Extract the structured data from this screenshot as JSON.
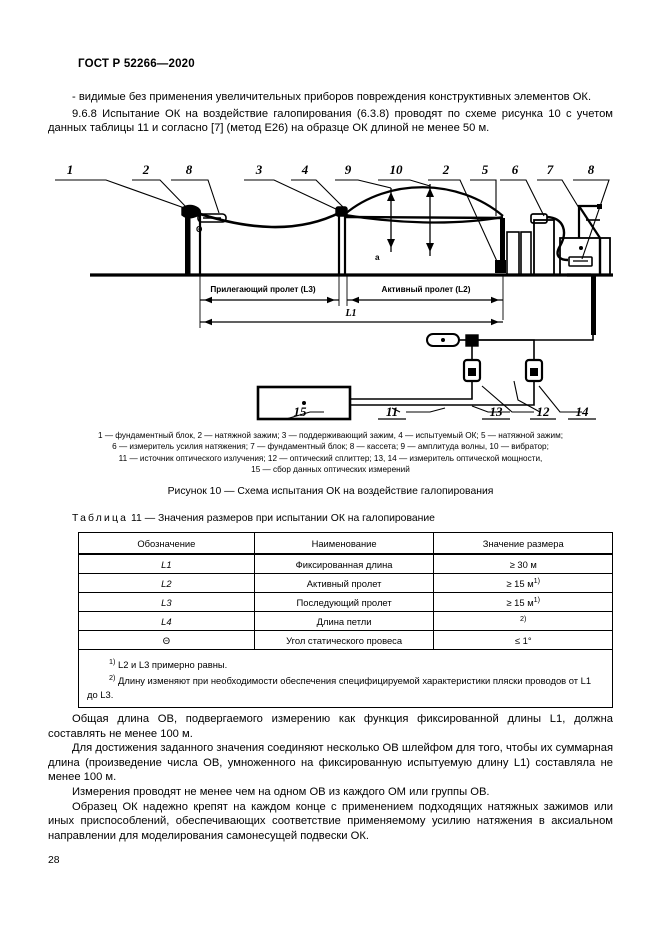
{
  "header": {
    "standard": "ГОСТ Р 52266—2020"
  },
  "body_top": {
    "para1": "- видимые без применения увеличительных приборов повреждения конструктивных элементов ОК.",
    "para2_a": "9.6.8 Испытание ОК на воздействие галопирования (6.3.8) проводят по схеме рисунка 10 с учетом данных таблицы 11 и согласно [7] (метод E26) на образце ОК длиной не менее 50 м."
  },
  "figure": {
    "top_numbers": [
      "1",
      "2",
      "8",
      "3",
      "4",
      "9",
      "10",
      "2",
      "5",
      "6",
      "7",
      "8"
    ],
    "bottom_numbers": [
      "15",
      "11",
      "13",
      "12",
      "14"
    ],
    "span_labels": {
      "left": "Прилегающий пролет (L3)",
      "right": "Активный пролет (L2)",
      "total": "L1"
    },
    "amplitude_symbol": "a",
    "angle_symbol": "Θ",
    "legend_lines": [
      "1 — фундаментный блок, 2 — натяжной зажим; 3 — поддерживающий зажим, 4 — испытуемый ОК; 5 — натяжной зажим;",
      "6 — измеритель усилия натяжения; 7 — фундаментный блок; 8 — кассета; 9 — амплитуда волны, 10 — вибратор;",
      "11 — источник оптического излучения; 12 — оптический сплиттер; 13, 14 — измеритель оптической мощности,",
      "15 — сбор данных оптических измерений"
    ],
    "caption": "Рисунок 10 — Схема испытания ОК на воздействие галопирования"
  },
  "table": {
    "title_prefix": "Таблица",
    "title_number": "11",
    "title_text": "— Значения размеров при испытании ОК на галопирование",
    "headers": [
      "Обозначение",
      "Наименование",
      "Значение размера"
    ],
    "rows": [
      {
        "symbol": "L1",
        "name": "Фиксированная длина",
        "value": "≥ 30 м",
        "value_sup": ""
      },
      {
        "symbol": "L2",
        "name": "Активный пролет",
        "value": "≥ 15 м",
        "value_sup": "1)"
      },
      {
        "symbol": "L3",
        "name": "Последующий пролет",
        "value": "≥ 15 м",
        "value_sup": "1)"
      },
      {
        "symbol": "L4",
        "name": "Длина петли",
        "value": "",
        "value_sup": "2)"
      },
      {
        "symbol": "Θ",
        "name": "Угол статического провеса",
        "value": "≤ 1°",
        "value_sup": ""
      }
    ],
    "footnote1": "L2 и L3 примерно равны.",
    "footnote1_marker": "1)",
    "footnote2": "Длину изменяют при необходимости обеспечения специфицируемой характеристики пляски проводов от L1 до L3.",
    "footnote2_marker": "2)"
  },
  "body_bottom": {
    "para1": "Общая длина ОВ, подвергаемого измерению как функция фиксированной длины L1, должна составлять не менее 100 м.",
    "para2": "Для достижения заданного значения соединяют несколько ОВ шлейфом для того, чтобы их суммарная длина (произведение числа ОВ, умноженного на фиксированную испытуемую длину L1) составляла не менее 100 м.",
    "para3": "Измерения проводят не менее чем на одном ОВ из каждого ОМ или группы ОВ.",
    "para4": "Образец ОК надежно крепят на каждом конце с применением подходящих натяжных зажимов или иных приспособлений, обеспечивающих соответствие применяемому усилию натяжения в аксиальном направлении для моделирования самонесущей подвески ОК."
  },
  "footer": {
    "page_number": "28"
  }
}
